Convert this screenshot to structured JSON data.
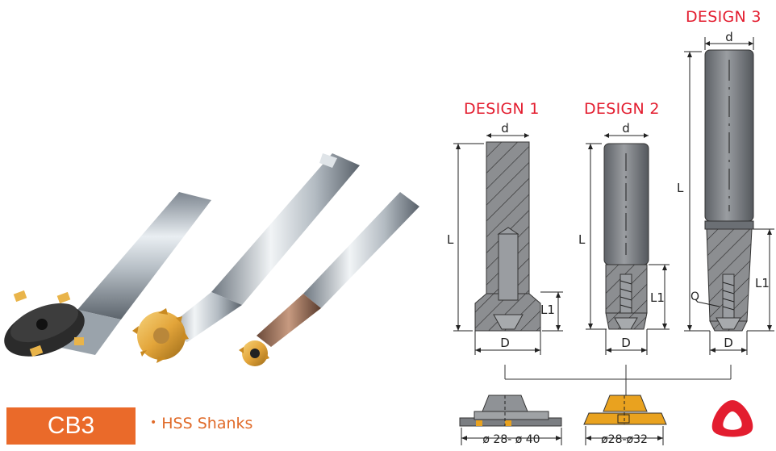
{
  "designs": [
    {
      "title": "DESIGN 1",
      "dim_d": "d",
      "dim_L": "L",
      "dim_L1": "L1",
      "dim_D": "D"
    },
    {
      "title": "DESIGN 2",
      "dim_d": "d",
      "dim_L": "L",
      "dim_L1": "L1",
      "dim_D": "D"
    },
    {
      "title": "DESIGN 3",
      "dim_d": "d",
      "dim_L": "L",
      "dim_L1": "L1",
      "dim_D": "D",
      "dim_Q": "Q"
    }
  ],
  "ranges": [
    {
      "label": "ø 28- ø 40"
    },
    {
      "label": "ø28-ø32"
    }
  ],
  "badge": {
    "code": "CB3"
  },
  "subtitle": {
    "bullet": "•",
    "text": "HSS Shanks"
  },
  "colors": {
    "accent": "#e31d2f",
    "badge": "#ea6a2a",
    "gold": "#e9a21f",
    "dark_cutter": "#2b2b2b"
  }
}
